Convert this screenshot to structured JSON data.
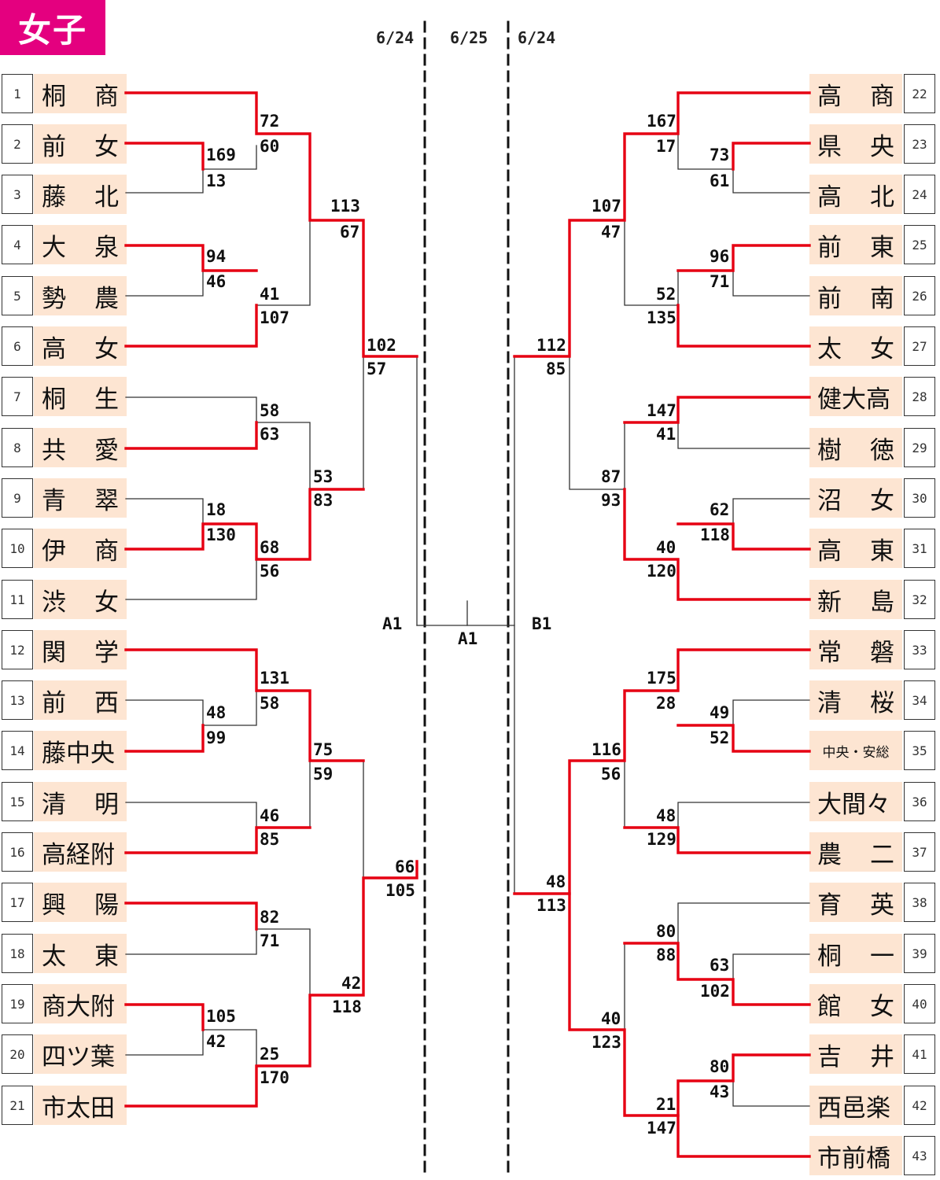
{
  "title": "女子",
  "dates": [
    "6/24",
    "6/25",
    "6/24"
  ],
  "final": {
    "left_label": "A1",
    "center_label": "A1",
    "right_label": "B1"
  },
  "teams_left": [
    {
      "no": "1",
      "name": "桐　商"
    },
    {
      "no": "2",
      "name": "前　女"
    },
    {
      "no": "3",
      "name": "藤　北"
    },
    {
      "no": "4",
      "name": "大　泉"
    },
    {
      "no": "5",
      "name": "勢　農"
    },
    {
      "no": "6",
      "name": "高　女"
    },
    {
      "no": "7",
      "name": "桐　生"
    },
    {
      "no": "8",
      "name": "共　愛"
    },
    {
      "no": "9",
      "name": "青　翠"
    },
    {
      "no": "10",
      "name": "伊　商"
    },
    {
      "no": "11",
      "name": "渋　女"
    },
    {
      "no": "12",
      "name": "関　学"
    },
    {
      "no": "13",
      "name": "前　西"
    },
    {
      "no": "14",
      "name": "藤中央"
    },
    {
      "no": "15",
      "name": "清　明"
    },
    {
      "no": "16",
      "name": "高経附"
    },
    {
      "no": "17",
      "name": "興　陽"
    },
    {
      "no": "18",
      "name": "太　東"
    },
    {
      "no": "19",
      "name": "商大附"
    },
    {
      "no": "20",
      "name": "四ツ葉"
    },
    {
      "no": "21",
      "name": "市太田"
    }
  ],
  "teams_right": [
    {
      "no": "22",
      "name": "高　商"
    },
    {
      "no": "23",
      "name": "県　央"
    },
    {
      "no": "24",
      "name": "高　北"
    },
    {
      "no": "25",
      "name": "前　東"
    },
    {
      "no": "26",
      "name": "前　南"
    },
    {
      "no": "27",
      "name": "太　女"
    },
    {
      "no": "28",
      "name": "健大高"
    },
    {
      "no": "29",
      "name": "樹　徳"
    },
    {
      "no": "30",
      "name": "沼　女"
    },
    {
      "no": "31",
      "name": "高　東"
    },
    {
      "no": "32",
      "name": "新　島"
    },
    {
      "no": "33",
      "name": "常　磐"
    },
    {
      "no": "34",
      "name": "清　桜"
    },
    {
      "no": "35",
      "name": "中央・安総"
    },
    {
      "no": "36",
      "name": "大間々"
    },
    {
      "no": "37",
      "name": "農　二"
    },
    {
      "no": "38",
      "name": "育　英"
    },
    {
      "no": "39",
      "name": "桐　一"
    },
    {
      "no": "40",
      "name": "館　女"
    },
    {
      "no": "41",
      "name": "吉　井"
    },
    {
      "no": "42",
      "name": "西邑楽"
    },
    {
      "no": "43",
      "name": "市前橋"
    }
  ],
  "scores_left": [
    [
      "72",
      "60"
    ],
    [
      "169",
      "13"
    ],
    [
      "113",
      "67"
    ],
    [
      "94",
      "46"
    ],
    [
      "41",
      "107"
    ],
    [
      "102",
      "57"
    ],
    [
      "58",
      "63"
    ],
    [
      "53",
      "83"
    ],
    [
      "18",
      "130"
    ],
    [
      "68",
      "56"
    ],
    [
      "131",
      "58"
    ],
    [
      "48",
      "99"
    ],
    [
      "75",
      "59"
    ],
    [
      "46",
      "85"
    ],
    [
      "66",
      "105"
    ],
    [
      "82",
      "71"
    ],
    [
      "42",
      "118"
    ],
    [
      "105",
      "42"
    ],
    [
      "25",
      "170"
    ]
  ],
  "scores_right": [
    [
      "167",
      "17"
    ],
    [
      "73",
      "61"
    ],
    [
      "107",
      "47"
    ],
    [
      "96",
      "71"
    ],
    [
      "52",
      "135"
    ],
    [
      "112",
      "85"
    ],
    [
      "147",
      "41"
    ],
    [
      "87",
      "93"
    ],
    [
      "62",
      "118"
    ],
    [
      "40",
      "120"
    ],
    [
      "175",
      "28"
    ],
    [
      "49",
      "52"
    ],
    [
      "116",
      "56"
    ],
    [
      "48",
      "129"
    ],
    [
      "48",
      "113"
    ],
    [
      "80",
      "88"
    ],
    [
      "63",
      "102"
    ],
    [
      "40",
      "123"
    ],
    [
      "80",
      "43"
    ],
    [
      "21",
      "147"
    ]
  ],
  "colors": {
    "win": "#e60012",
    "line": "#333333",
    "title_bg": "#e4007f",
    "team_bg": "#fde5d2"
  }
}
